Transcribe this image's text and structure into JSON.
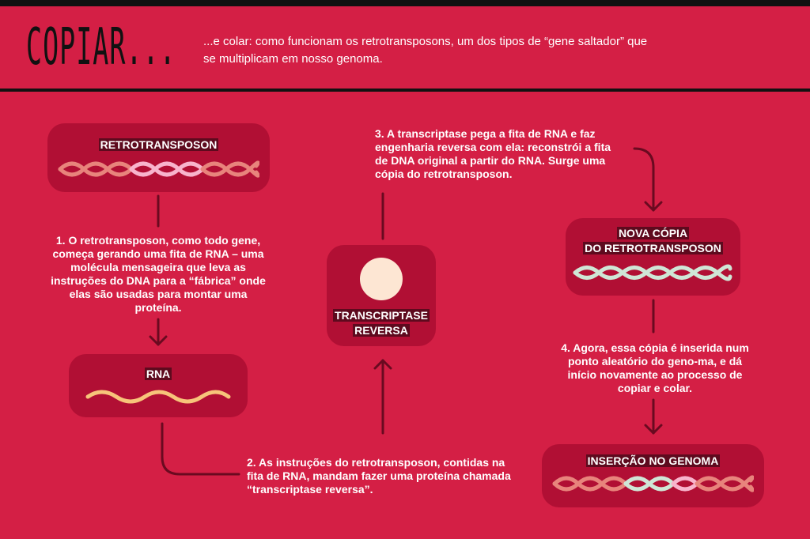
{
  "header": {
    "title": "COPIAR...",
    "subtitle": "...e colar: como funcionam os retrotransposons, um dos tipos de “gene saltador” que se multiplicam em nosso genoma."
  },
  "nodes": {
    "retrotransposon": {
      "label": "RETROTRANSPOSON"
    },
    "rna": {
      "label": "RNA"
    },
    "transcriptase": {
      "label_line1": "TRANSCRIPTASE",
      "label_line2": "REVERSA"
    },
    "nova_copia": {
      "label_line1": "NOVA CÓPIA",
      "label_line2": "DO RETROTRANSPOSON"
    },
    "insercao": {
      "label": "INSERÇÃO NO GENOMA"
    }
  },
  "steps": {
    "step1": "1. O retrotransposon, como todo gene, começa gerando uma fita de RNA – uma molécula mensageira que leva as instruções do DNA para a “fábrica” onde elas são usadas para montar uma proteína.",
    "step2": "2. As instruções do retrotransposon, contidas na fita de RNA, mandam fazer uma proteína chamada “transcriptase reversa”.",
    "step3": "3. A transcriptase pega a fita de RNA e faz engenharia reversa com ela: reconstrói a fita de DNA original a partir do RNA. Surge uma cópia do retrotransposon.",
    "step4": "4. Agora, essa cópia é inserida num ponto aleatório do geno-ma, e dá início novamente ao processo de copiar e colar."
  },
  "colors": {
    "background": "#d41f45",
    "box": "#b10f34",
    "line": "#6a0a20",
    "dna_salmon": "#e8847c",
    "dna_pink": "#f8b4cc",
    "rna_yellow": "#f7c47a",
    "copy_green": "#cfe6d6",
    "enzyme_cream": "#fde6d3"
  },
  "icons": {
    "enzyme": "circle",
    "arrows": "chevron-arrow"
  }
}
